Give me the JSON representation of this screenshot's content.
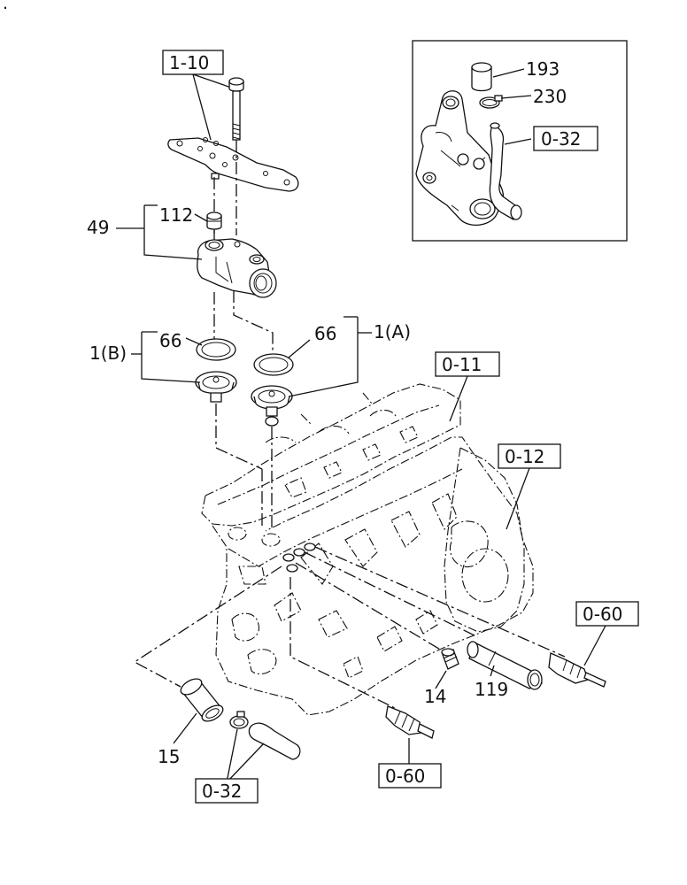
{
  "corner_mark": ".",
  "labels": {
    "ref_1_10": "1-10",
    "part_112": "112",
    "part_49": "49",
    "part_66_left": "66",
    "part_66_right": "66",
    "part_1b": "1(B)",
    "part_1a": "1(A)",
    "ref_0_11": "0-11",
    "ref_0_12": "0-12",
    "ref_0_60_right": "0-60",
    "ref_0_60_bottom": "0-60",
    "part_14": "14",
    "part_119": "119",
    "part_15": "15",
    "ref_0_32_bottom": "0-32",
    "part_193": "193",
    "part_230": "230",
    "ref_0_32_inset": "0-32"
  }
}
